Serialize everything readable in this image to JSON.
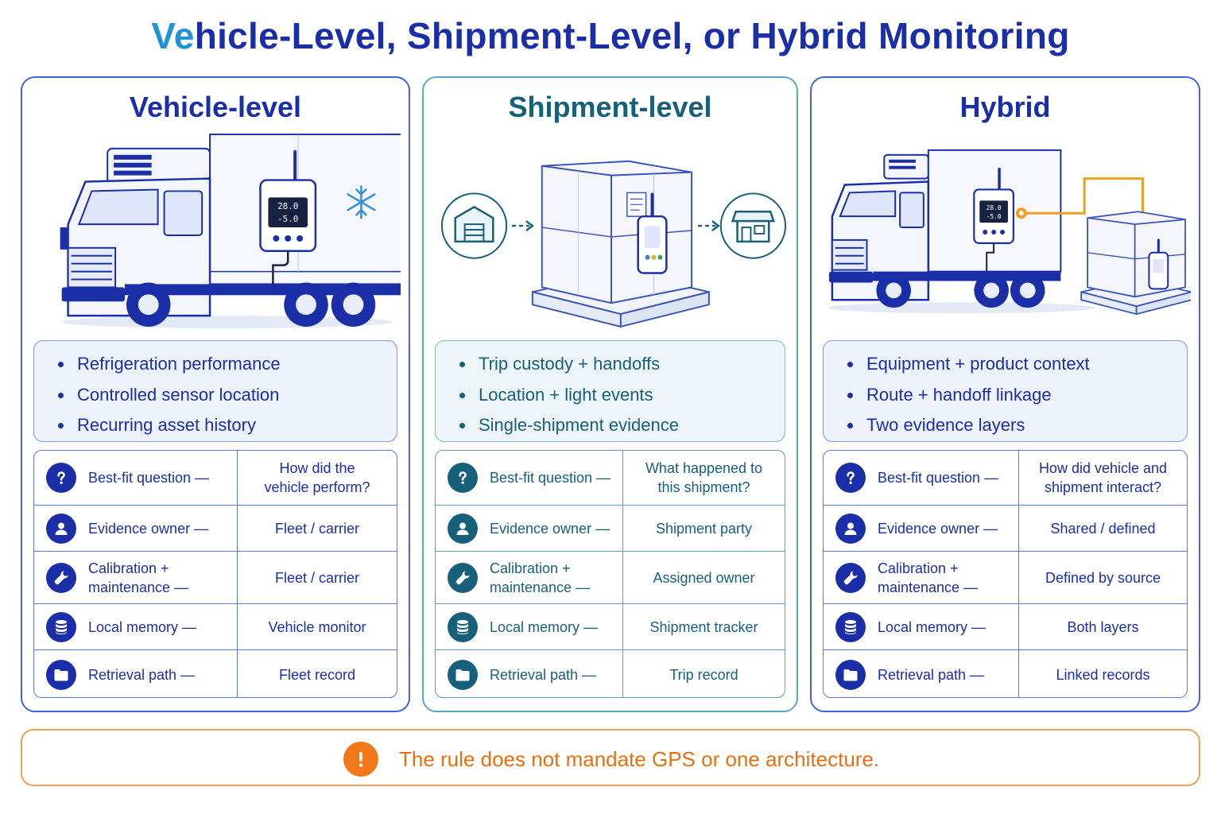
{
  "page": {
    "title_accent": "Ve",
    "title_rest": "hicle-Level, Shipment-Level, or Hybrid Monitoring"
  },
  "colors": {
    "primary": "#1a2ea8",
    "accent": "#1f93d6",
    "teal": "#17607a",
    "warning": "#f07818"
  },
  "panels": [
    {
      "title": "Vehicle-level",
      "illustration": "refrigerated-truck-with-mounted-monitor",
      "device_readout": [
        "28.0",
        "-5.0"
      ],
      "bullets": [
        "Refrigeration performance",
        "Controlled sensor location",
        "Recurring asset history"
      ],
      "rows": [
        {
          "icon": "question-icon",
          "label_lines": [
            "Best-fit question —"
          ],
          "value_lines": [
            "How did the",
            "vehicle perform?"
          ]
        },
        {
          "icon": "person-icon",
          "label_lines": [
            "Evidence owner —"
          ],
          "value_lines": [
            "Fleet / carrier"
          ]
        },
        {
          "icon": "wrench-icon",
          "label_lines": [
            "Calibration +",
            "maintenance —"
          ],
          "value_lines": [
            "Fleet / carrier"
          ]
        },
        {
          "icon": "database-icon",
          "label_lines": [
            "Local memory —"
          ],
          "value_lines": [
            "Vehicle monitor"
          ]
        },
        {
          "icon": "folder-icon",
          "label_lines": [
            "Retrieval path —"
          ],
          "value_lines": [
            "Fleet record"
          ]
        }
      ]
    },
    {
      "title": "Shipment-level",
      "illustration": "pallet-with-tracker-between-warehouse-and-store",
      "bullets": [
        "Trip custody + handoffs",
        "Location + light events",
        "Single-shipment evidence"
      ],
      "rows": [
        {
          "icon": "question-icon",
          "label_lines": [
            "Best-fit question —"
          ],
          "value_lines": [
            "What happened to",
            "this shipment?"
          ]
        },
        {
          "icon": "person-icon",
          "label_lines": [
            "Evidence owner —"
          ],
          "value_lines": [
            "Shipment party"
          ]
        },
        {
          "icon": "wrench-icon",
          "label_lines": [
            "Calibration +",
            "maintenance —"
          ],
          "value_lines": [
            "Assigned owner"
          ]
        },
        {
          "icon": "database-icon",
          "label_lines": [
            "Local memory —"
          ],
          "value_lines": [
            "Shipment tracker"
          ]
        },
        {
          "icon": "folder-icon",
          "label_lines": [
            "Retrieval path —"
          ],
          "value_lines": [
            "Trip record"
          ]
        }
      ]
    },
    {
      "title": "Hybrid",
      "illustration": "truck-monitor-linked-to-pallet-tracker",
      "device_readout": [
        "28.0",
        "-5.0"
      ],
      "bullets": [
        "Equipment + product context",
        "Route + handoff linkage",
        "Two evidence layers"
      ],
      "rows": [
        {
          "icon": "question-icon",
          "label_lines": [
            "Best-fit question —"
          ],
          "value_lines": [
            "How did vehicle and",
            "shipment interact?"
          ]
        },
        {
          "icon": "person-icon",
          "label_lines": [
            "Evidence owner —"
          ],
          "value_lines": [
            "Shared / defined"
          ]
        },
        {
          "icon": "wrench-icon",
          "label_lines": [
            "Calibration +",
            "maintenance —"
          ],
          "value_lines": [
            "Defined by source"
          ]
        },
        {
          "icon": "database-icon",
          "label_lines": [
            "Local memory —"
          ],
          "value_lines": [
            "Both layers"
          ]
        },
        {
          "icon": "folder-icon",
          "label_lines": [
            "Retrieval path —"
          ],
          "value_lines": [
            "Linked records"
          ]
        }
      ]
    }
  ],
  "footer": {
    "icon": "exclamation-icon",
    "text": "The rule does not mandate GPS or one architecture."
  }
}
